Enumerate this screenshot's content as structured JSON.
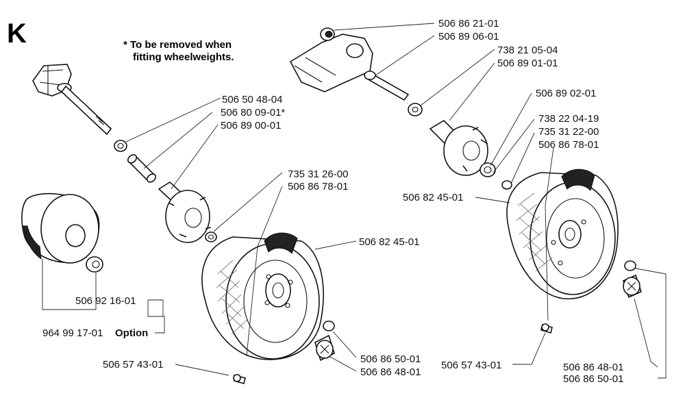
{
  "section_letter": "K",
  "note": {
    "line1": "* To be removed when",
    "line2": "fitting wheelweights."
  },
  "labels": {
    "l_506_50_48_04": "506 50 48-04",
    "l_506_80_09_01": "506 80 09-01*",
    "l_506_89_00_01": "506 89 00-01",
    "l_735_31_26_00": "735 31 26-00",
    "l_506_86_78_01_left": "506 86 78-01",
    "l_506_82_45_01_left": "506 82 45-01",
    "l_506_92_16_01": "506 92 16-01",
    "l_964_99_17_01": "964 99 17-01",
    "l_option": "Option",
    "l_506_57_43_01_left": "506 57 43-01",
    "l_506_86_50_01_left": "506 86 50-01",
    "l_506_86_48_01_left": "506 86 48-01",
    "l_506_86_21_01": "506 86 21-01",
    "l_506_89_06_01": "506 89 06-01",
    "l_738_21_05_04": "738 21 05-04",
    "l_506_89_01_01": "506 89 01-01",
    "l_506_89_02_01": "506 89 02-01",
    "l_738_22_04_19": "738 22 04-19",
    "l_735_31_22_00": "735 31 22-00",
    "l_506_86_78_01_right": "506 86 78-01",
    "l_506_82_45_01_right": "506 82 45-01",
    "l_506_57_43_01_right": "506 57 43-01",
    "l_506_86_48_01_right": "506 86 48-01",
    "l_506_86_50_01_right": "506 86 50-01"
  }
}
